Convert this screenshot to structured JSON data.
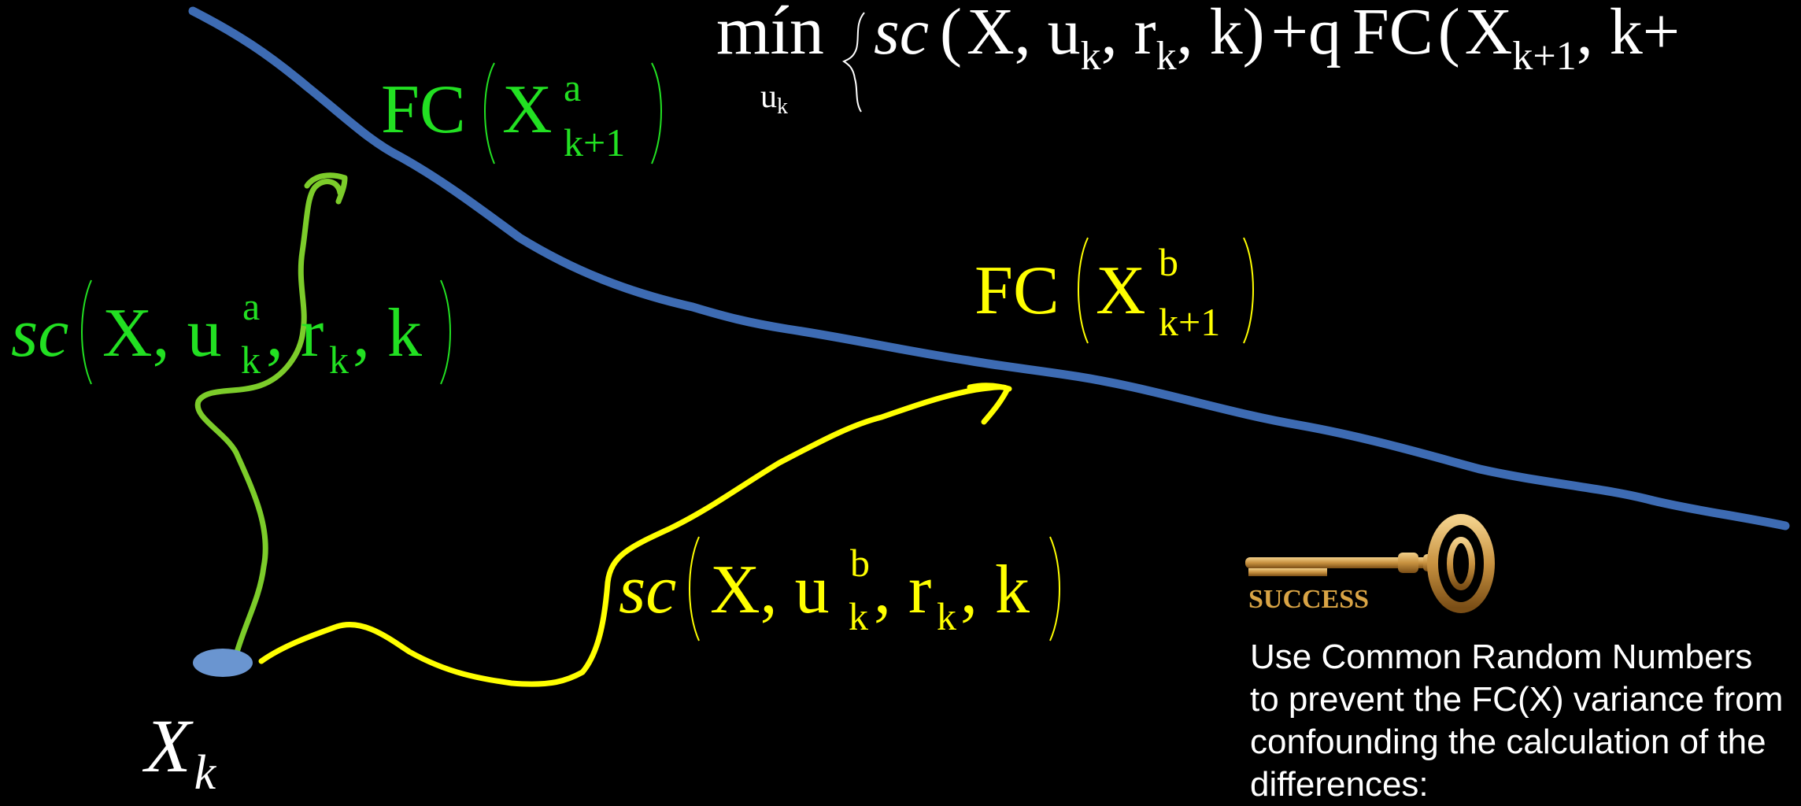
{
  "colors": {
    "background": "#000000",
    "boundary": "#3d6bb3",
    "path_a": "#7ccc2a",
    "path_b": "#ffff00",
    "label_a": "#22e022",
    "label_b": "#ffff00",
    "white": "#ffffff",
    "state_dot": "#6a95d0",
    "key_gold": "#c89240"
  },
  "equation": {
    "min_word": "mín",
    "min_subscript": "u",
    "min_subscript_index": "k",
    "body": "sc(X, u_k, r_k, k) + q FC(X_{k+1}, k+"
  },
  "fc_a": {
    "fn": "FC",
    "var": "X",
    "sup": "a",
    "sub": "k+1"
  },
  "fc_b": {
    "fn": "FC",
    "var": "X",
    "sup": "b",
    "sub": "k+1"
  },
  "sc_a": {
    "fn": "sc",
    "var": "X",
    "u": "u",
    "u_sup": "a",
    "u_sub": "k",
    "r": "r",
    "r_sub": "k",
    "k": "k"
  },
  "sc_b": {
    "fn": "sc",
    "var": "X",
    "u": "u",
    "u_sup": "b",
    "u_sub": "k",
    "r": "r",
    "r_sub": "k",
    "k": "k"
  },
  "state_label": {
    "var": "X",
    "sub": "k"
  },
  "key": {
    "label": "SUCCESS",
    "icon": "key-icon"
  },
  "note": {
    "text": "Use Common Random Numbers to prevent the FC(X) variance from confounding the calculation of the differences:"
  }
}
